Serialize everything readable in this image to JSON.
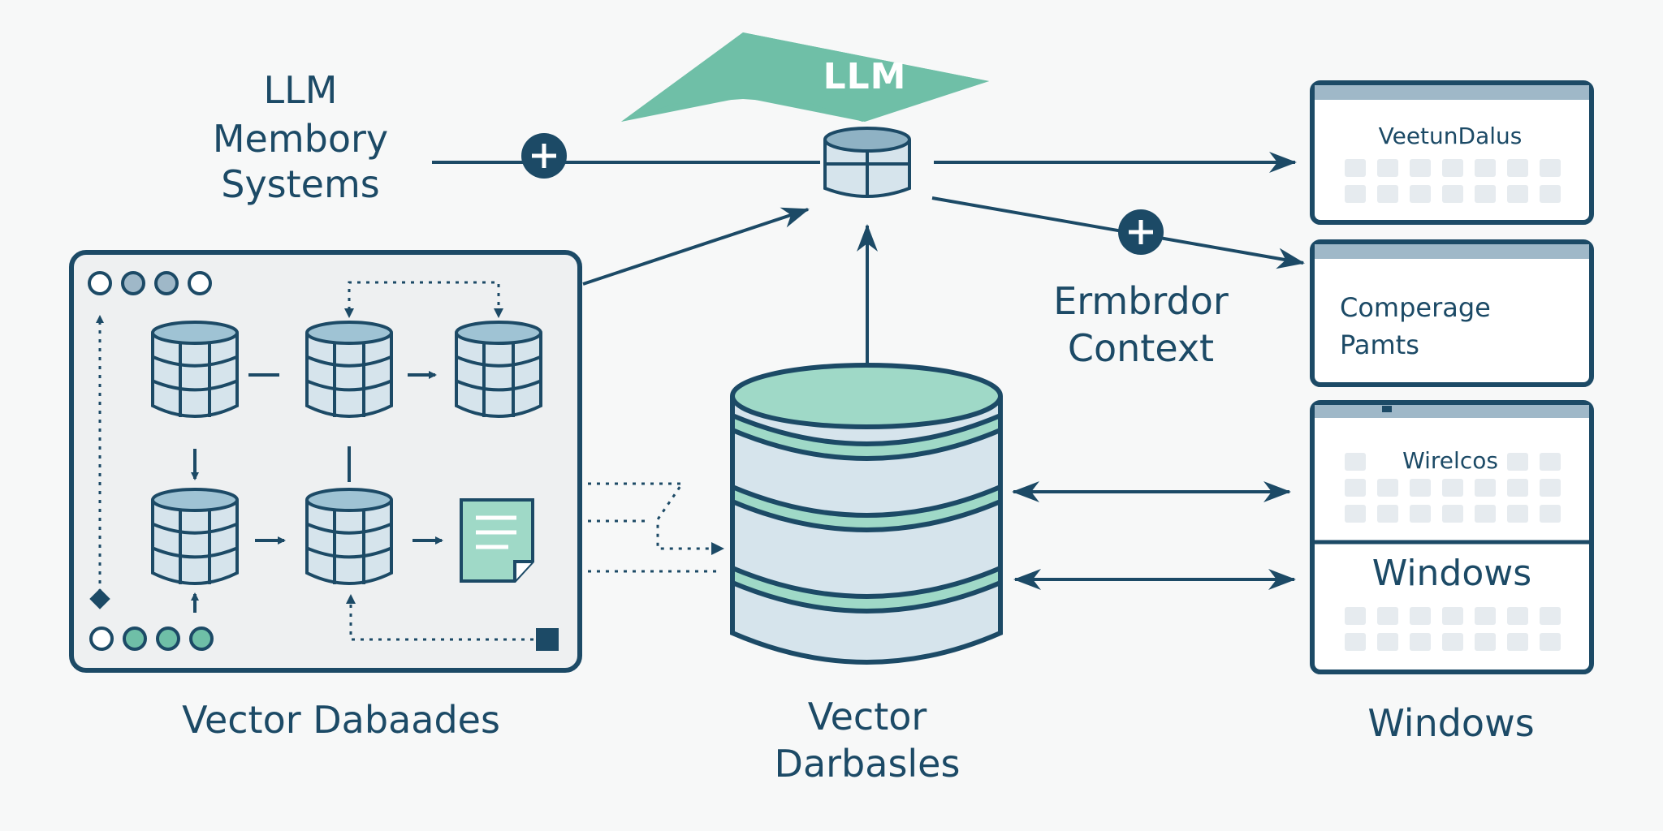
{
  "title": {
    "line1": "LLM",
    "line2": "Membory",
    "line3": "Systems"
  },
  "llm_tag": "LLM",
  "embed_label": {
    "line1": "Ermbrdor",
    "line2": "Context"
  },
  "vector_left_label": "Vector Dabaades",
  "vector_center_label": {
    "line1": "Vector",
    "line2": "Darbasles"
  },
  "windows_label": "Windows",
  "panels": {
    "panel1": "VeetunDalus",
    "panel2": {
      "line1": "Comperage",
      "line2": "Pamts"
    },
    "panel3": "Wirelcos",
    "panel4": "Windows"
  },
  "colors": {
    "navy": "#1c4a66",
    "teal": "#6fbfa7",
    "light_teal": "#9fd9c7",
    "db_fill": "#d6e4ec",
    "panel_fill": "#ffffff",
    "box_fill": "#eef0f1"
  }
}
